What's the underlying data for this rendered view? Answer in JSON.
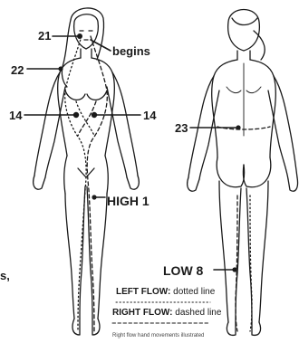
{
  "labels": {
    "l21": "21",
    "begins": "begins",
    "l22": "22",
    "l14_left": "14",
    "l14_right": "14",
    "l23": "23",
    "high": "HIGH 1",
    "low": "LOW 8",
    "cut_text": "s,"
  },
  "legend": {
    "left_key": "LEFT FLOW:",
    "left_desc": "dotted line",
    "right_key": "RIGHT FLOW:",
    "right_desc": "dashed line"
  },
  "footer": "Right flow hand movements illustrated",
  "colors": {
    "ink": "#1a1a1a",
    "background": "#ffffff"
  }
}
